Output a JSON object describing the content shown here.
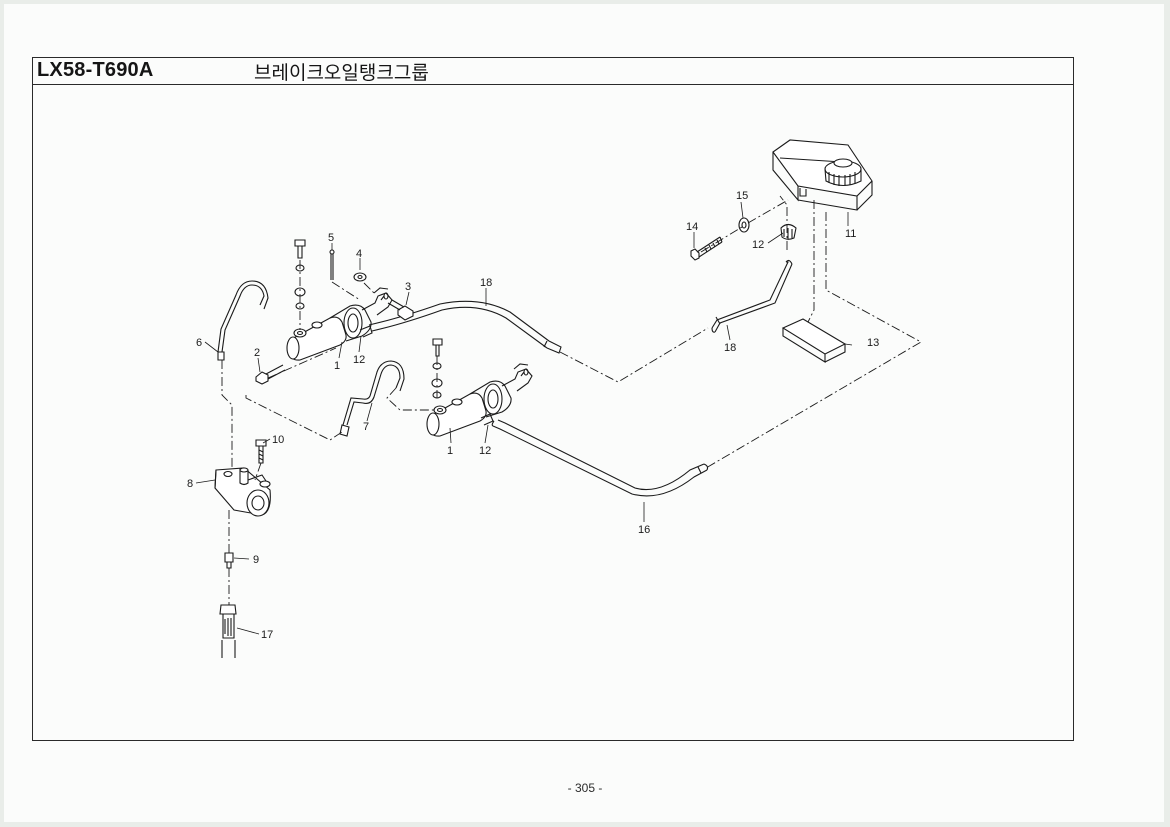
{
  "header": {
    "model_code": "LX58-T690A",
    "group_title": "브레이크오일탱크그룹"
  },
  "callouts": {
    "c1a": "1",
    "c1b": "1",
    "c2": "2",
    "c3": "3",
    "c4": "4",
    "c5": "5",
    "c6": "6",
    "c7": "7",
    "c8": "8",
    "c9": "9",
    "c10": "10",
    "c11": "11",
    "c12a": "12",
    "c12b": "12",
    "c12c": "12",
    "c13": "13",
    "c14": "14",
    "c15": "15",
    "c16": "16",
    "c17": "17",
    "c18a": "18",
    "c18b": "18"
  },
  "footer": {
    "page_number": "- 305 -"
  },
  "colors": {
    "ink": "#1b1b1b",
    "paper": "#fbfcfb",
    "page_bg": "#e9ede9"
  }
}
